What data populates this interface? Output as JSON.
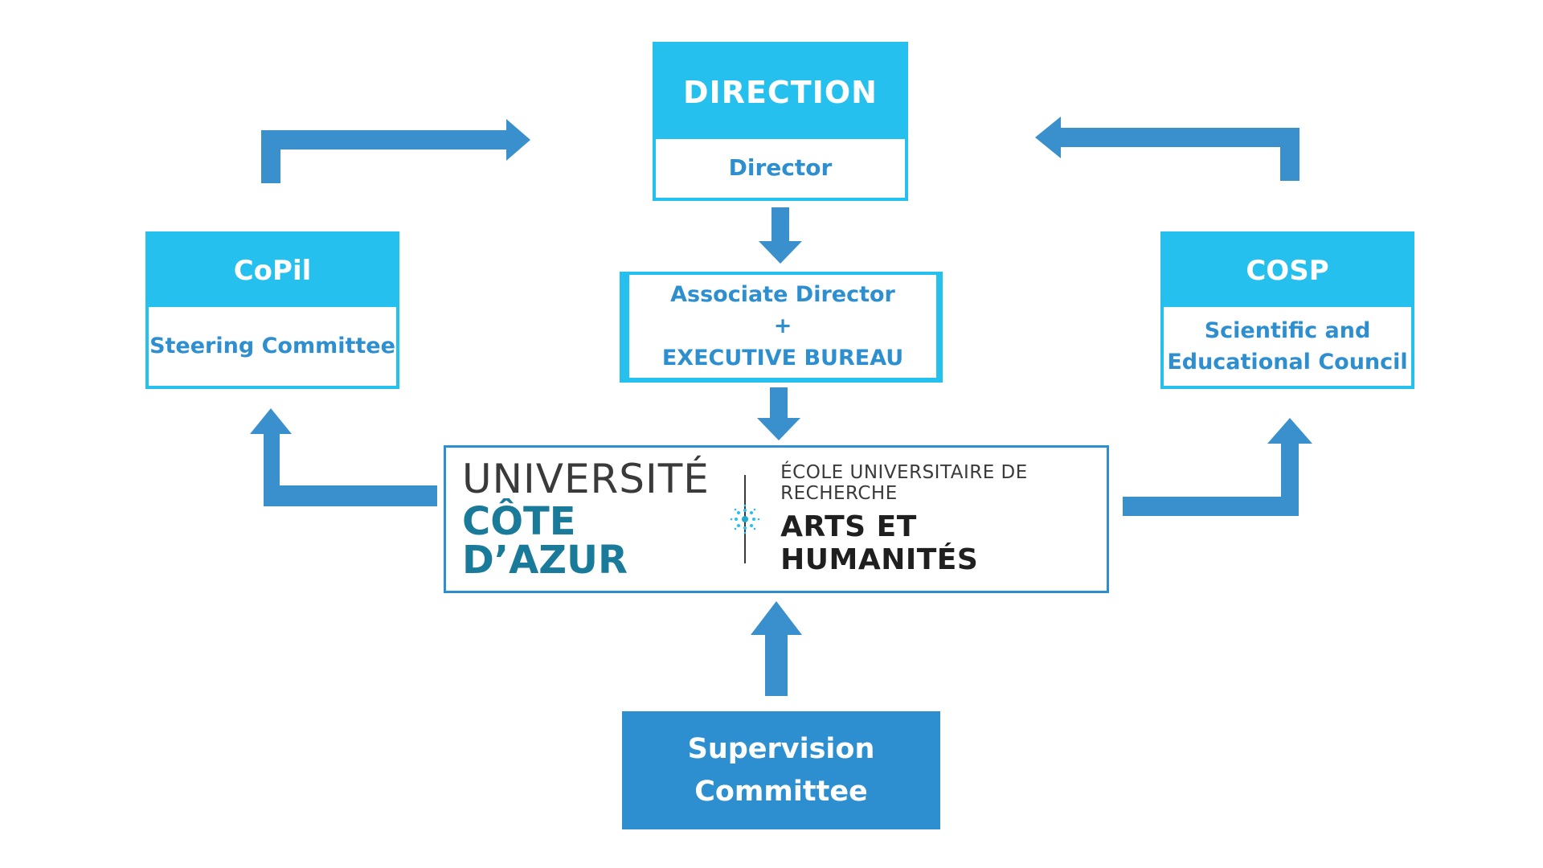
{
  "colors": {
    "cyan": "#26c0ef",
    "blue": "#2d8fcf",
    "white": "#ffffff",
    "logo_dark": "#3a3a3a",
    "logo_teal": "#1a7a9a"
  },
  "direction": {
    "title": "DIRECTION",
    "subtitle": "Director"
  },
  "copil": {
    "title": "CoPil",
    "subtitle": "Steering Committee"
  },
  "cosp": {
    "title": "COSP",
    "subtitle_line1": "Scientific and",
    "subtitle_line2": "Educational Council"
  },
  "associate": {
    "line1": "Associate Director",
    "line2": "+",
    "line3": "EXECUTIVE BUREAU"
  },
  "logo": {
    "university_line1": "UNIVERSITÉ",
    "university_line2": "CÔTE D’AZUR",
    "school_line1": "ÉCOLE UNIVERSITAIRE DE RECHERCHE",
    "school_line2": "ARTS ET HUMANITÉS"
  },
  "supervision": {
    "line1": "Supervision",
    "line2": "Committee"
  },
  "icons": [
    "arrow-right-icon",
    "arrow-left-icon",
    "arrow-down-icon",
    "arrow-up-icon",
    "dot-pattern-icon"
  ]
}
